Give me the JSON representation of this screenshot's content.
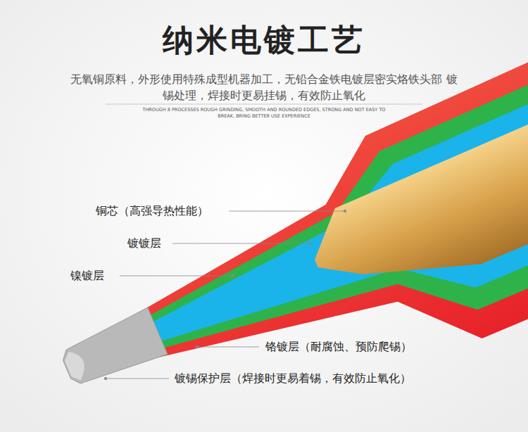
{
  "diagram": {
    "title": "纳米电镀工艺",
    "labels": [
      "无氧铜原料，外形使用特殊成型机器加工，无铅合金铁电镀层密实烙铁头部 镀锡处理，焊接时更易挂锡，有效防止氧化",
      "THROUGH 8 PROCESSES ROUGH GRINDING, SMOOTH AND ROUNDED EDGES, STRONG AND NOT EASY TO BREAK, BRING BETTER USE EXPERIENCE",
      "铜芯（高强导热性能）",
      "镀镀层",
      "镍镀层",
      "铬镀层（耐腐蚀、预防爬锡）",
      "镀锡保护层（焊接时更易着锡，有效防止氧化）"
    ]
  }
}
